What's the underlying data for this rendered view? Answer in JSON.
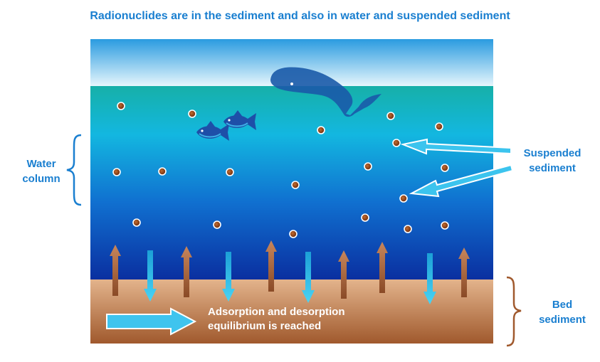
{
  "title": "Radionuclides are in the sediment and also in water and suspended sediment",
  "labels": {
    "water_column": "Water\ncolumn",
    "suspended_sediment": "Suspended\nsediment",
    "bed_sediment": "Bed\nsediment",
    "equilibrium": "Adsorption and desorption\nequilibrium is reached"
  },
  "colors": {
    "title": "#1a7fd0",
    "particle": "#8a3a10",
    "up_arrow": "#a8673e",
    "down_arrow": "#29b6e8",
    "sediment": "#c98a5f"
  }
}
